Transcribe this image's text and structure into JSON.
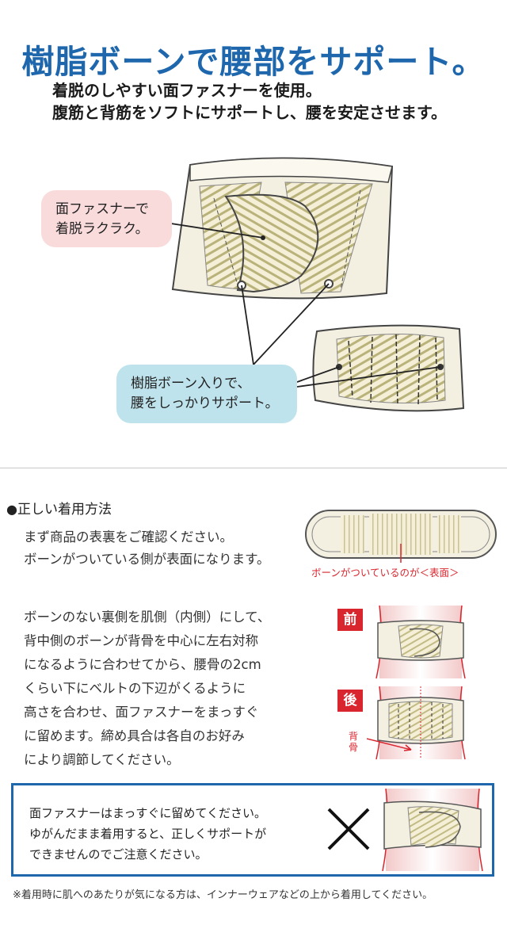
{
  "headline": "樹脂ボーンで腰部をサポート。",
  "intro": [
    "着脱のしやすい面ファスナーを使用。",
    "腹筋と背筋をソフトにサポートし、腰を安定させます。"
  ],
  "callouts": {
    "velcro": [
      "面ファスナーで",
      "着脱ラクラク。"
    ],
    "bones": [
      "樹脂ボーン入りで、",
      "腰をしっかりサポート。"
    ]
  },
  "howto": {
    "bullet": "●",
    "title": "正しい着用方法",
    "para1": [
      "まず商品の表裏をご確認ください。",
      "ボーンがついている側が表面になります。"
    ],
    "front_caption": "ボーンがついているのが＜表面＞",
    "para2": [
      "ボーンのない裏側を肌側（内側）にして、",
      "背中側のボーンが背骨を中心に左右対称",
      "になるように合わせてから、腰骨の2cm",
      "くらい下にベルトの下辺がくるように",
      "高さを合わせ、面ファスナーをまっすぐ",
      "に留めます。締め具合は各自のお好み",
      "により調節してください。"
    ],
    "tag_front": "前",
    "tag_back": "後",
    "back_label": "背骨"
  },
  "warning": [
    "面ファスナーはまっすぐに留めてください。",
    "ゆがんだまま着用すると、正しくサポートが",
    "できませんのでご注意ください。"
  ],
  "footnote": "※着用時に肌へのあたりが気になる方は、インナーウェアなどの上から着用してください。",
  "colors": {
    "accent_blue": "#1f67ad",
    "accent_red": "#d9262e",
    "belt_cream": "#f3f0e2",
    "stripe_olive": "#b9b27a",
    "callout_pink": "#f9dbdc",
    "callout_blue": "#bfe3ec"
  }
}
